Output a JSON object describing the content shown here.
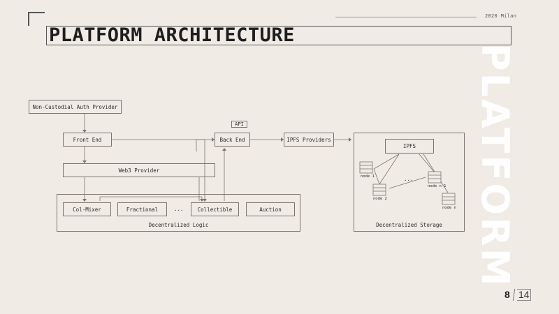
{
  "header": {
    "title": "PLATFORM ARCHITECTURE",
    "event": "2020 Milan",
    "watermark": "PLATFORM"
  },
  "diagram": {
    "auth_provider": "Non-Custodial Auth Provider",
    "front_end": "Front End",
    "web3_provider": "Web3 Provider",
    "api_label": "API",
    "back_end": "Back End",
    "ipfs_providers": "IPFS Providers",
    "logic": {
      "items": [
        "Col-Mixer",
        "Fractional",
        "...",
        "Collectible",
        "Auction"
      ],
      "label": "Decentralized Logic"
    },
    "storage": {
      "ipfs": "IPFS",
      "nodes": [
        "node 1",
        "node 2",
        "node n-1",
        "node n"
      ],
      "ellipsis": "...",
      "label": "Decentralized Storage"
    }
  },
  "pagination": {
    "current": "8",
    "total": "14"
  }
}
